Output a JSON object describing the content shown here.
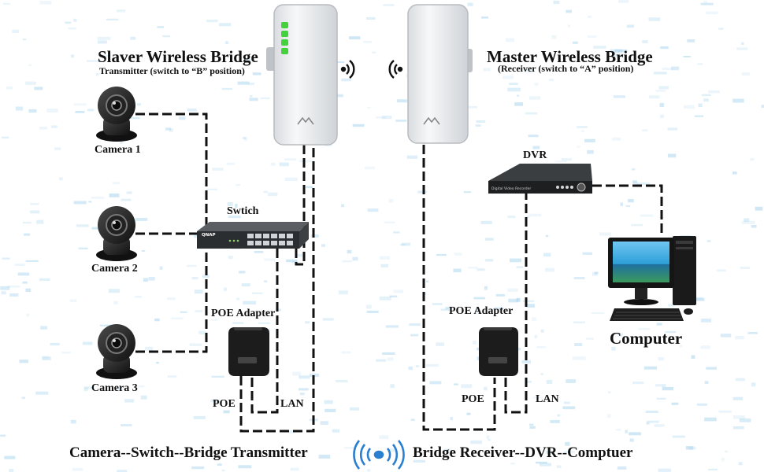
{
  "slave": {
    "title": "Slaver Wireless Bridge",
    "subtitle": "Transmitter (switch to “B” position)"
  },
  "master": {
    "title": "Master Wireless Bridge",
    "subtitle": "(Receiver (switch to “A” position)"
  },
  "cameras": [
    "Camera 1",
    "Camera 2",
    "Camera 3"
  ],
  "switch_label": "Swtich",
  "switch_brand": "QNAP",
  "dvr_label": "DVR",
  "dvr_brand": "Digital Video Recorder",
  "left_poe": {
    "adapter": "POE Adapter",
    "poe": "POE",
    "lan": "LAN"
  },
  "right_poe": {
    "adapter": "POE Adapter",
    "poe": "POE",
    "lan": "LAN"
  },
  "computer_label": "Computer",
  "bottom_left": "Camera--Switch--Bridge Transmitter",
  "bottom_right": "Bridge Receiver--DVR--Comptuer",
  "colors": {
    "wire": "#111111",
    "bridge_led": "#44d23c",
    "screen": "#2d9fd6",
    "wifi": "#2a7fd0",
    "background_pattern": "#9fd0ec"
  },
  "icons": [
    "wifi-signal-icon",
    "camera-icon",
    "switch-icon",
    "dvr-icon",
    "poe-adapter-icon",
    "computer-icon"
  ]
}
